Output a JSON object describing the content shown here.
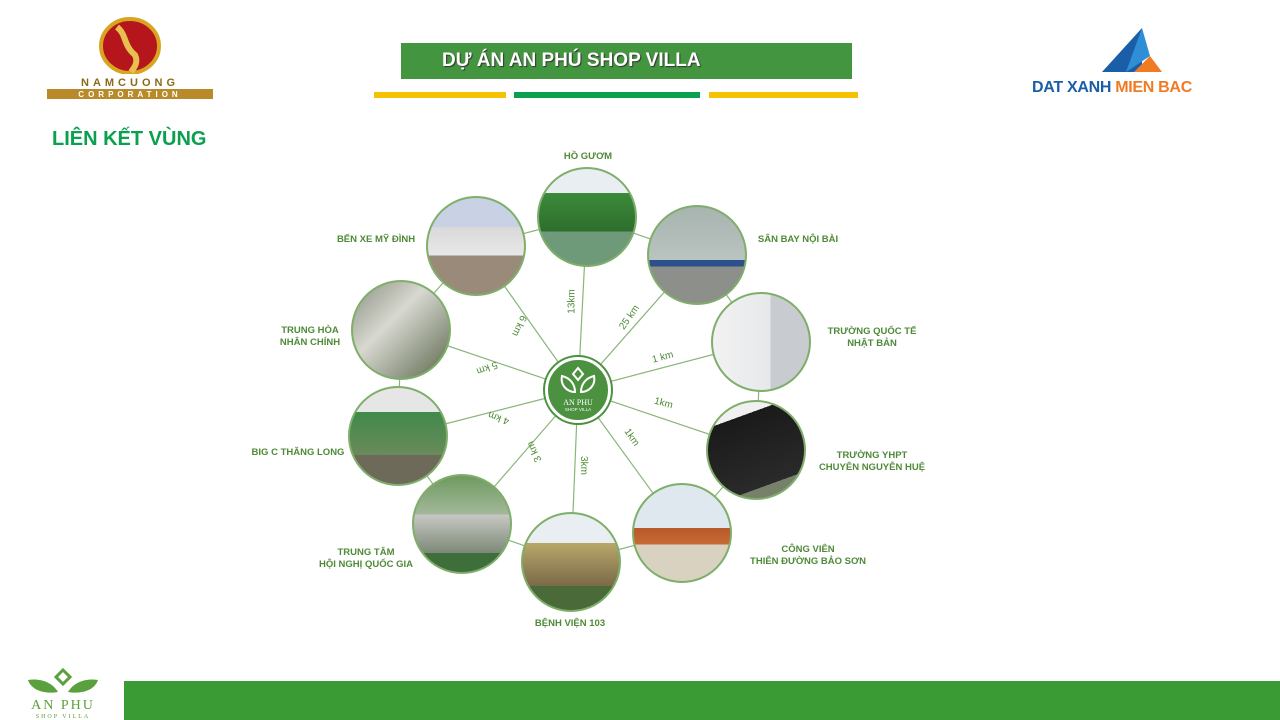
{
  "header": {
    "left_logo": {
      "line1": "NAMCUONG",
      "line2": "CORPORATION"
    },
    "title": "DỰ ÁN  AN PHÚ SHOP VILLA",
    "right_logo": {
      "part1": "DAT XANH",
      "part2": "MIEN BAC"
    }
  },
  "subtitle": "LIÊN KẾT VÙNG",
  "hub": {
    "line1": "AN PHU",
    "line2": "SHOP VILLA"
  },
  "nodes": [
    {
      "label": "HỒ GƯƠM",
      "distance": "13km"
    },
    {
      "label": "SÂN BAY NỘI BÀI",
      "distance": "25 km"
    },
    {
      "label": "TRƯỜNG QUỐC TẾ\nNHẬT BẢN",
      "distance": "1 km"
    },
    {
      "label": "TRƯỜNG YHPT\nCHUYÊN NGUYỄN HUỆ",
      "distance": "1km"
    },
    {
      "label": "CÔNG VIÊN\nTHIÊN ĐƯỜNG BẢO SƠN",
      "distance": "1km"
    },
    {
      "label": "BỆNH VIỆN 103",
      "distance": "3km"
    },
    {
      "label": "TRUNG TÂM\nHỘI NGHỊ QUỐC GIA",
      "distance": "3 km"
    },
    {
      "label": "BIG C THĂNG LONG",
      "distance": "4 km"
    },
    {
      "label": "TRUNG HÒA\nNHÂN CHÍNH",
      "distance": "5 km"
    },
    {
      "label": "BẾN XE MỸ ĐÌNH",
      "distance": "6 km"
    }
  ],
  "footer_logo": {
    "line1": "AN PHU",
    "line2": "SHOP VILLA"
  },
  "colors": {
    "green": "#43953f",
    "accent_green": "#0aa04f",
    "yellow": "#f5c100",
    "footer": "#3a9a34"
  }
}
